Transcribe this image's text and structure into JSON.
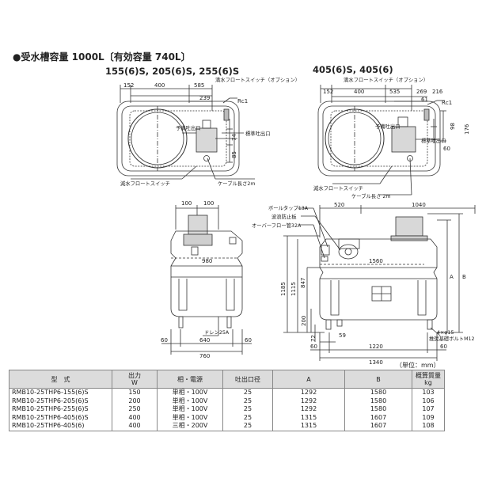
{
  "title": "●受水槽容量 1000L〔有効容量 740L〕",
  "views": {
    "left_heading": "155(6)S, 205(6)S, 255(6)S",
    "right_heading": "405(6)S, 405(6)"
  },
  "labels": {
    "float_switch_option": "満水フロートスイッチ（オプション）",
    "reduced_float_switch": "減水フロートスイッチ",
    "cable_length": "ケーブル長さ2m",
    "cable_length_spaced": "ケーブル長さ 2m",
    "spare_outlet": "予備吐出口",
    "standard_outlet": "標準吐出口",
    "standard_outlet_arrow": "標準吐出口",
    "rc1": "Rc1",
    "ball_tap": "ボールタップ13A",
    "wave_plate": "波浪防止板",
    "overflow_pipe": "オーバーフロー管32A",
    "drain": "ドレン25A",
    "anchor_bolt": "4×φ15",
    "anchor_bolt_note": "推奨基礎ボルトM12"
  },
  "dims": {
    "l_152": "152",
    "l_400": "400",
    "l_585": "585",
    "l_239": "239",
    "l_74": "74",
    "l_85": "85",
    "r_152": "152",
    "r_400": "400",
    "r_535": "535",
    "r_269": "269",
    "r_216": "216",
    "r_61": "61",
    "r_98": "98",
    "r_176": "176",
    "r_60": "60",
    "f_100a": "100",
    "f_100b": "100",
    "f_980": "980",
    "f_60a": "60",
    "f_60b": "60",
    "f_640": "640",
    "f_760": "760",
    "s_520": "520",
    "s_1040": "1040",
    "s_1560": "1560",
    "s_1185": "1185",
    "s_1115": "1115",
    "s_847": "847",
    "s_200": "200",
    "s_72": "72",
    "s_59": "59",
    "s_60a": "60",
    "s_60b": "60",
    "s_1220": "1220",
    "s_1340": "1340",
    "s_A": "A",
    "s_B": "B"
  },
  "unit_note": "（単位：mm）",
  "table": {
    "headers": [
      {
        "line1": "型　式",
        "line2": ""
      },
      {
        "line1": "出力",
        "line2": "W"
      },
      {
        "line1": "相・電源",
        "line2": ""
      },
      {
        "line1": "吐出口径",
        "line2": ""
      },
      {
        "line1": "A",
        "line2": ""
      },
      {
        "line1": "B",
        "line2": ""
      },
      {
        "line1": "概算質量",
        "line2": "kg"
      }
    ],
    "rows": [
      [
        "RMB10-25THP6-155(6)S",
        "150",
        "単相・100V",
        "25",
        "1292",
        "1580",
        "103"
      ],
      [
        "RMB10-25THP6-205(6)S",
        "200",
        "単相・100V",
        "25",
        "1292",
        "1580",
        "106"
      ],
      [
        "RMB10-25THP6-255(6)S",
        "250",
        "単相・100V",
        "25",
        "1292",
        "1580",
        "107"
      ],
      [
        "RMB10-25THP6-405(6)S",
        "400",
        "単相・100V",
        "25",
        "1315",
        "1607",
        "109"
      ],
      [
        "RMB10-25THP6-405(6)",
        "400",
        "三相・200V",
        "25",
        "1315",
        "1607",
        "108"
      ]
    ]
  }
}
